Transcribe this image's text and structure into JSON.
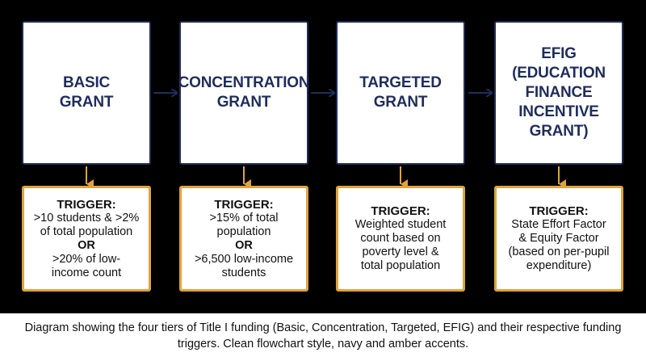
{
  "diagram": {
    "grants": [
      {
        "title": "BASIC\nGRANT",
        "trigger_label": "TRIGGER:",
        "trigger_lines_1": ">10 students & >2%\nof total population",
        "trigger_or": "OR",
        "trigger_lines_2": ">20% of low-\nincome count"
      },
      {
        "title": "CONCENTRATION\nGRANT",
        "trigger_label": "TRIGGER:",
        "trigger_lines_1": ">15% of total\npopulation",
        "trigger_or": "OR",
        "trigger_lines_2": ">6,500 low-income\nstudents"
      },
      {
        "title": "TARGETED\nGRANT",
        "trigger_label": "TRIGGER:",
        "trigger_lines_1": "Weighted student\ncount based on\npoverty level &\ntotal population"
      },
      {
        "title": "EFIG\n(EDUCATION\nFINANCE\nINCENTIVE\nGRANT)",
        "trigger_label": "TRIGGER:",
        "trigger_lines_1": "State Effort Factor\n& Equity Factor\n(based on per-pupil\nexpenditure)"
      }
    ],
    "colors": {
      "navy": "#1f2d5c",
      "amber": "#e2a23b",
      "background": "#000000"
    }
  },
  "caption": "Diagram showing the four tiers of Title I funding (Basic, Concentration, Targeted, EFIG) and their respective funding triggers. Clean flowchart style, navy and amber accents."
}
